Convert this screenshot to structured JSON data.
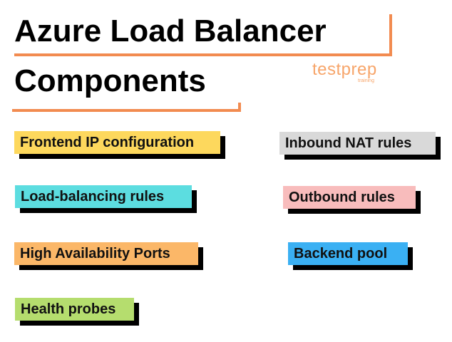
{
  "title": {
    "line1": "Azure Load Balancer",
    "line2": "Components"
  },
  "logo": {
    "name": "testprep",
    "tagline": "training",
    "color": "#f7a56a"
  },
  "accent_color": "#f28b50",
  "components": [
    {
      "label": "Frontend IP configuration",
      "color": "#fdd85d"
    },
    {
      "label": "Inbound NAT rules",
      "color": "#d9d9d9"
    },
    {
      "label": "Load-balancing rules",
      "color": "#5cdde0"
    },
    {
      "label": "Outbound rules",
      "color": "#f8bcbc"
    },
    {
      "label": "High Availability Ports",
      "color": "#fbb768"
    },
    {
      "label": "Backend pool",
      "color": "#3ab0f3"
    },
    {
      "label": "Health probes",
      "color": "#b5dd6e"
    }
  ]
}
